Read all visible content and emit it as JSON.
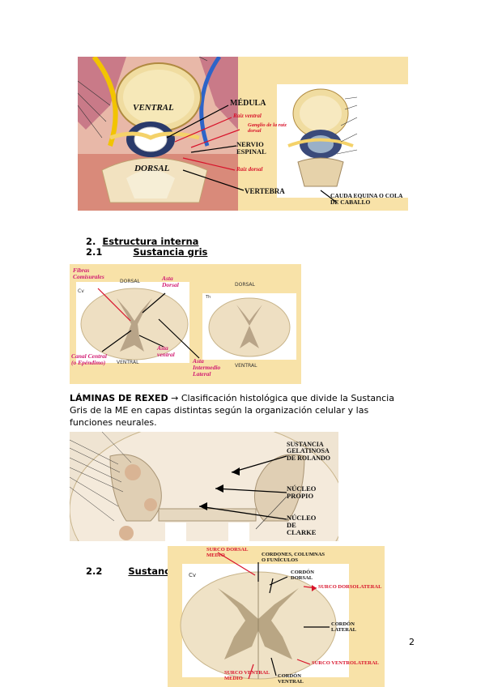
{
  "figure1": {
    "labels": {
      "ventral": "VENTRAL",
      "dorsal": "DORSAL",
      "medula": "MÉDULA",
      "raiz_ventral": "Raíz ventral",
      "ganglio": "Ganglio de la raíz dorsal",
      "nervio": "NERVIO ESPINAL",
      "raiz_dorsal": "Raíz dorsal",
      "vertebra": "VERTEBRA",
      "cauda": "CAUDA EQUINA O COLA DE CABALLO"
    }
  },
  "section2": {
    "number": "2.",
    "title": "Estructura interna"
  },
  "section21": {
    "number": "2.1",
    "title": "Sustancia gris"
  },
  "figure2": {
    "labels": {
      "fibras": "Fibras Comisurales",
      "cv": "Cv",
      "dorsal_left": "DORSAL",
      "asta_dorsal": "Asta Dorsal",
      "dorsal_right": "DORSAL",
      "th": "Th",
      "canal": "Canal Central (o Epéndimo)",
      "ventral_left": "VENTRAL",
      "asta_ventral": "Asta ventral",
      "asta_intermedio": "Asta Intermedio Lateral",
      "ventral_right": "VENTRAL"
    }
  },
  "rexed": {
    "bold": "LÁMINAS DE REXED",
    "arrow": "→",
    "line1": " Clasificación histológica que divide la Sustancia",
    "line2": "Gris de la ME en capas distintas según la organización celular y las",
    "line3": "funciones neurales."
  },
  "figure3": {
    "labels": {
      "sustancia_gelatinosa": "SUSTANCIA GELATINOSA DE ROLANDO",
      "nucleo_propio": "NÚCLEO PROPIO",
      "nucleo_clarke": "NÚCLEO DE CLARKE"
    }
  },
  "section22": {
    "number": "2.2",
    "title_partial": "Sustanc"
  },
  "figure4": {
    "labels": {
      "surco_dorsal_medio": "SURCO DORSAL MEDIO",
      "cordones": "CORDONES, COLUMNAS O FUNÍCULOS",
      "cv": "Cv",
      "cordon_dorsal": "CORDÓN DORSAL",
      "surco_dorsolateral": "SURCO DORSOLATERAL",
      "cordon_lateral": "CORDÓN LATERAL",
      "surco_ventrolateral": "SURCO VENTROLATERAL",
      "surco_ventral_medio": "SURCO VENTRAL MEDIO",
      "cordon_ventral": "CORDÓN VENTRAL"
    }
  },
  "page_number": "2"
}
